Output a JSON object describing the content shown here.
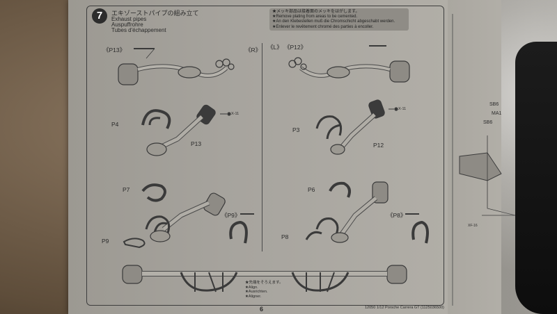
{
  "step": {
    "number": "7",
    "title_jp": "エキゾーストパイプの組み立て",
    "title_en": "Exhaust pipes",
    "title_de": "Auspuffrohre",
    "title_fr": "Tubes d'échappement"
  },
  "note": {
    "jp": "★メッキ部品は接着面のメッキをはがします。",
    "en": "★Remove plating from areas to be cemented.",
    "de": "★An den Klebestellen muß die Chromschicht abgeschabt werden.",
    "fr": "★Enlever le revêtement chromé des parties à encoller."
  },
  "left": {
    "top_part": "《P13》",
    "side": "《R》",
    "labels": {
      "p4": "P4",
      "p13": "P13",
      "x11": "X-11",
      "p7": "P7",
      "p9": "P9",
      "p9_part": "《P9》"
    }
  },
  "right": {
    "side": "《L》",
    "top_part": "《P12》",
    "labels": {
      "p3": "P3",
      "p12": "P12",
      "x11": "X-11",
      "p6": "P6",
      "p8": "P8",
      "p8_part": "《P8》"
    }
  },
  "align": {
    "jp": "★先端をそろえます。",
    "en": "★Align.",
    "de": "★Ausrichten.",
    "fr": "★Aligner."
  },
  "page_number": "6",
  "footer": "12050 1/12 Porsche Carrera GT (1125036500)",
  "next_page": {
    "labels": {
      "sb6a": "SB6",
      "ma1": "MA1",
      "sb6b": "SB6",
      "xf": "XF-16"
    }
  }
}
